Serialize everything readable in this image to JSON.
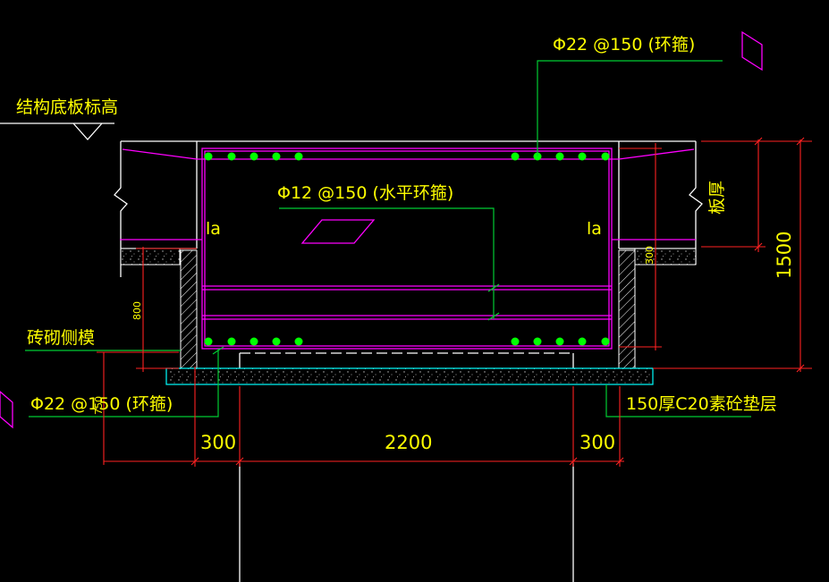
{
  "labels": {
    "top_rebar": "Φ22 @150 (环箍)",
    "structure_elevation": "结构底板标高",
    "horizontal_hoop": "Φ12 @150 (水平环箍)",
    "anchor_left": "la",
    "anchor_right": "la",
    "slab_thickness": "板厚",
    "brick_formwork": "砖砌侧模",
    "bottom_rebar": "Φ22 @150 (环箍)",
    "cushion": "150厚C20素砼垫层"
  },
  "dimensions": {
    "dim_300_left": "300",
    "dim_2200": "2200",
    "dim_300_right": "300",
    "dim_1500": "1500",
    "dim_300_vertical": "300",
    "dim_800": "800",
    "dim_750": "750"
  },
  "colors": {
    "background": "#000000",
    "line": "#FFFFFF",
    "rebar_outline": "#FF00FF",
    "rebar_dots": "#00FF00",
    "leader_green": "#00CC33",
    "text_yellow": "#FFFF00",
    "dimension_red": "#FF2222",
    "hatch_cyan": "#00FFFF"
  }
}
